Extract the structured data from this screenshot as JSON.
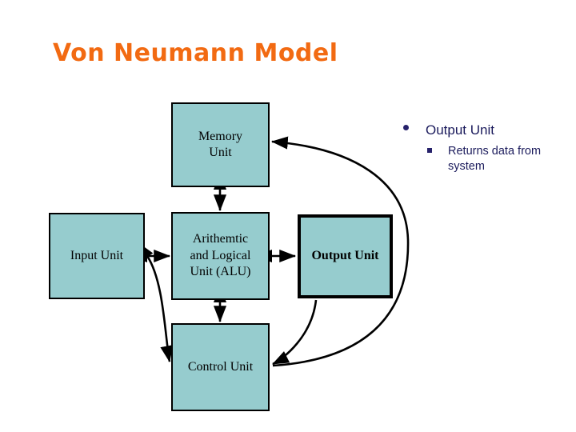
{
  "slide": {
    "title": "Von Neumann Model",
    "title_color": "#F26A12",
    "background": "#ffffff"
  },
  "diagram": {
    "box_fill": "#96CCCE",
    "box_stroke": "#000000",
    "boxes": [
      {
        "id": "memory",
        "label": "Memory\nUnit",
        "label_line1": "Memory",
        "label_line2": "Unit",
        "emphasis": "normal"
      },
      {
        "id": "input",
        "label": "Input Unit",
        "label_line1": "Input Unit",
        "label_line2": "",
        "emphasis": "normal"
      },
      {
        "id": "alu",
        "label": "Arithemtic and Logical Unit (ALU)",
        "label_line1": "Arithemtic",
        "label_line2": "and Logical",
        "label_line3": "Unit (ALU)",
        "emphasis": "normal"
      },
      {
        "id": "output",
        "label": "Output Unit",
        "label_line1": "Output Unit",
        "label_line2": "",
        "emphasis": "bold"
      },
      {
        "id": "control",
        "label": "Control Unit",
        "label_line1": "Control Unit",
        "label_line2": "",
        "emphasis": "normal"
      }
    ],
    "connectors": [
      {
        "from": "memory",
        "to": "alu",
        "style": "double-arrow-vertical"
      },
      {
        "from": "alu",
        "to": "control",
        "style": "double-arrow-vertical"
      },
      {
        "from": "input",
        "to": "alu",
        "style": "double-arrow-horizontal"
      },
      {
        "from": "alu",
        "to": "output",
        "style": "double-arrow-horizontal"
      },
      {
        "from": "input",
        "to": "control",
        "style": "double-arrow-curved"
      },
      {
        "from": "output",
        "to": "control",
        "style": "arrow-curved"
      },
      {
        "from": "control",
        "to": "memory",
        "style": "arrow-curved-long"
      }
    ]
  },
  "bullets": {
    "text_color": "#1B1B5C",
    "mark_color": "#27226B",
    "items": [
      {
        "level": 1,
        "text": "Output Unit",
        "children": [
          {
            "level": 2,
            "text": "Returns data from system"
          }
        ]
      }
    ]
  }
}
